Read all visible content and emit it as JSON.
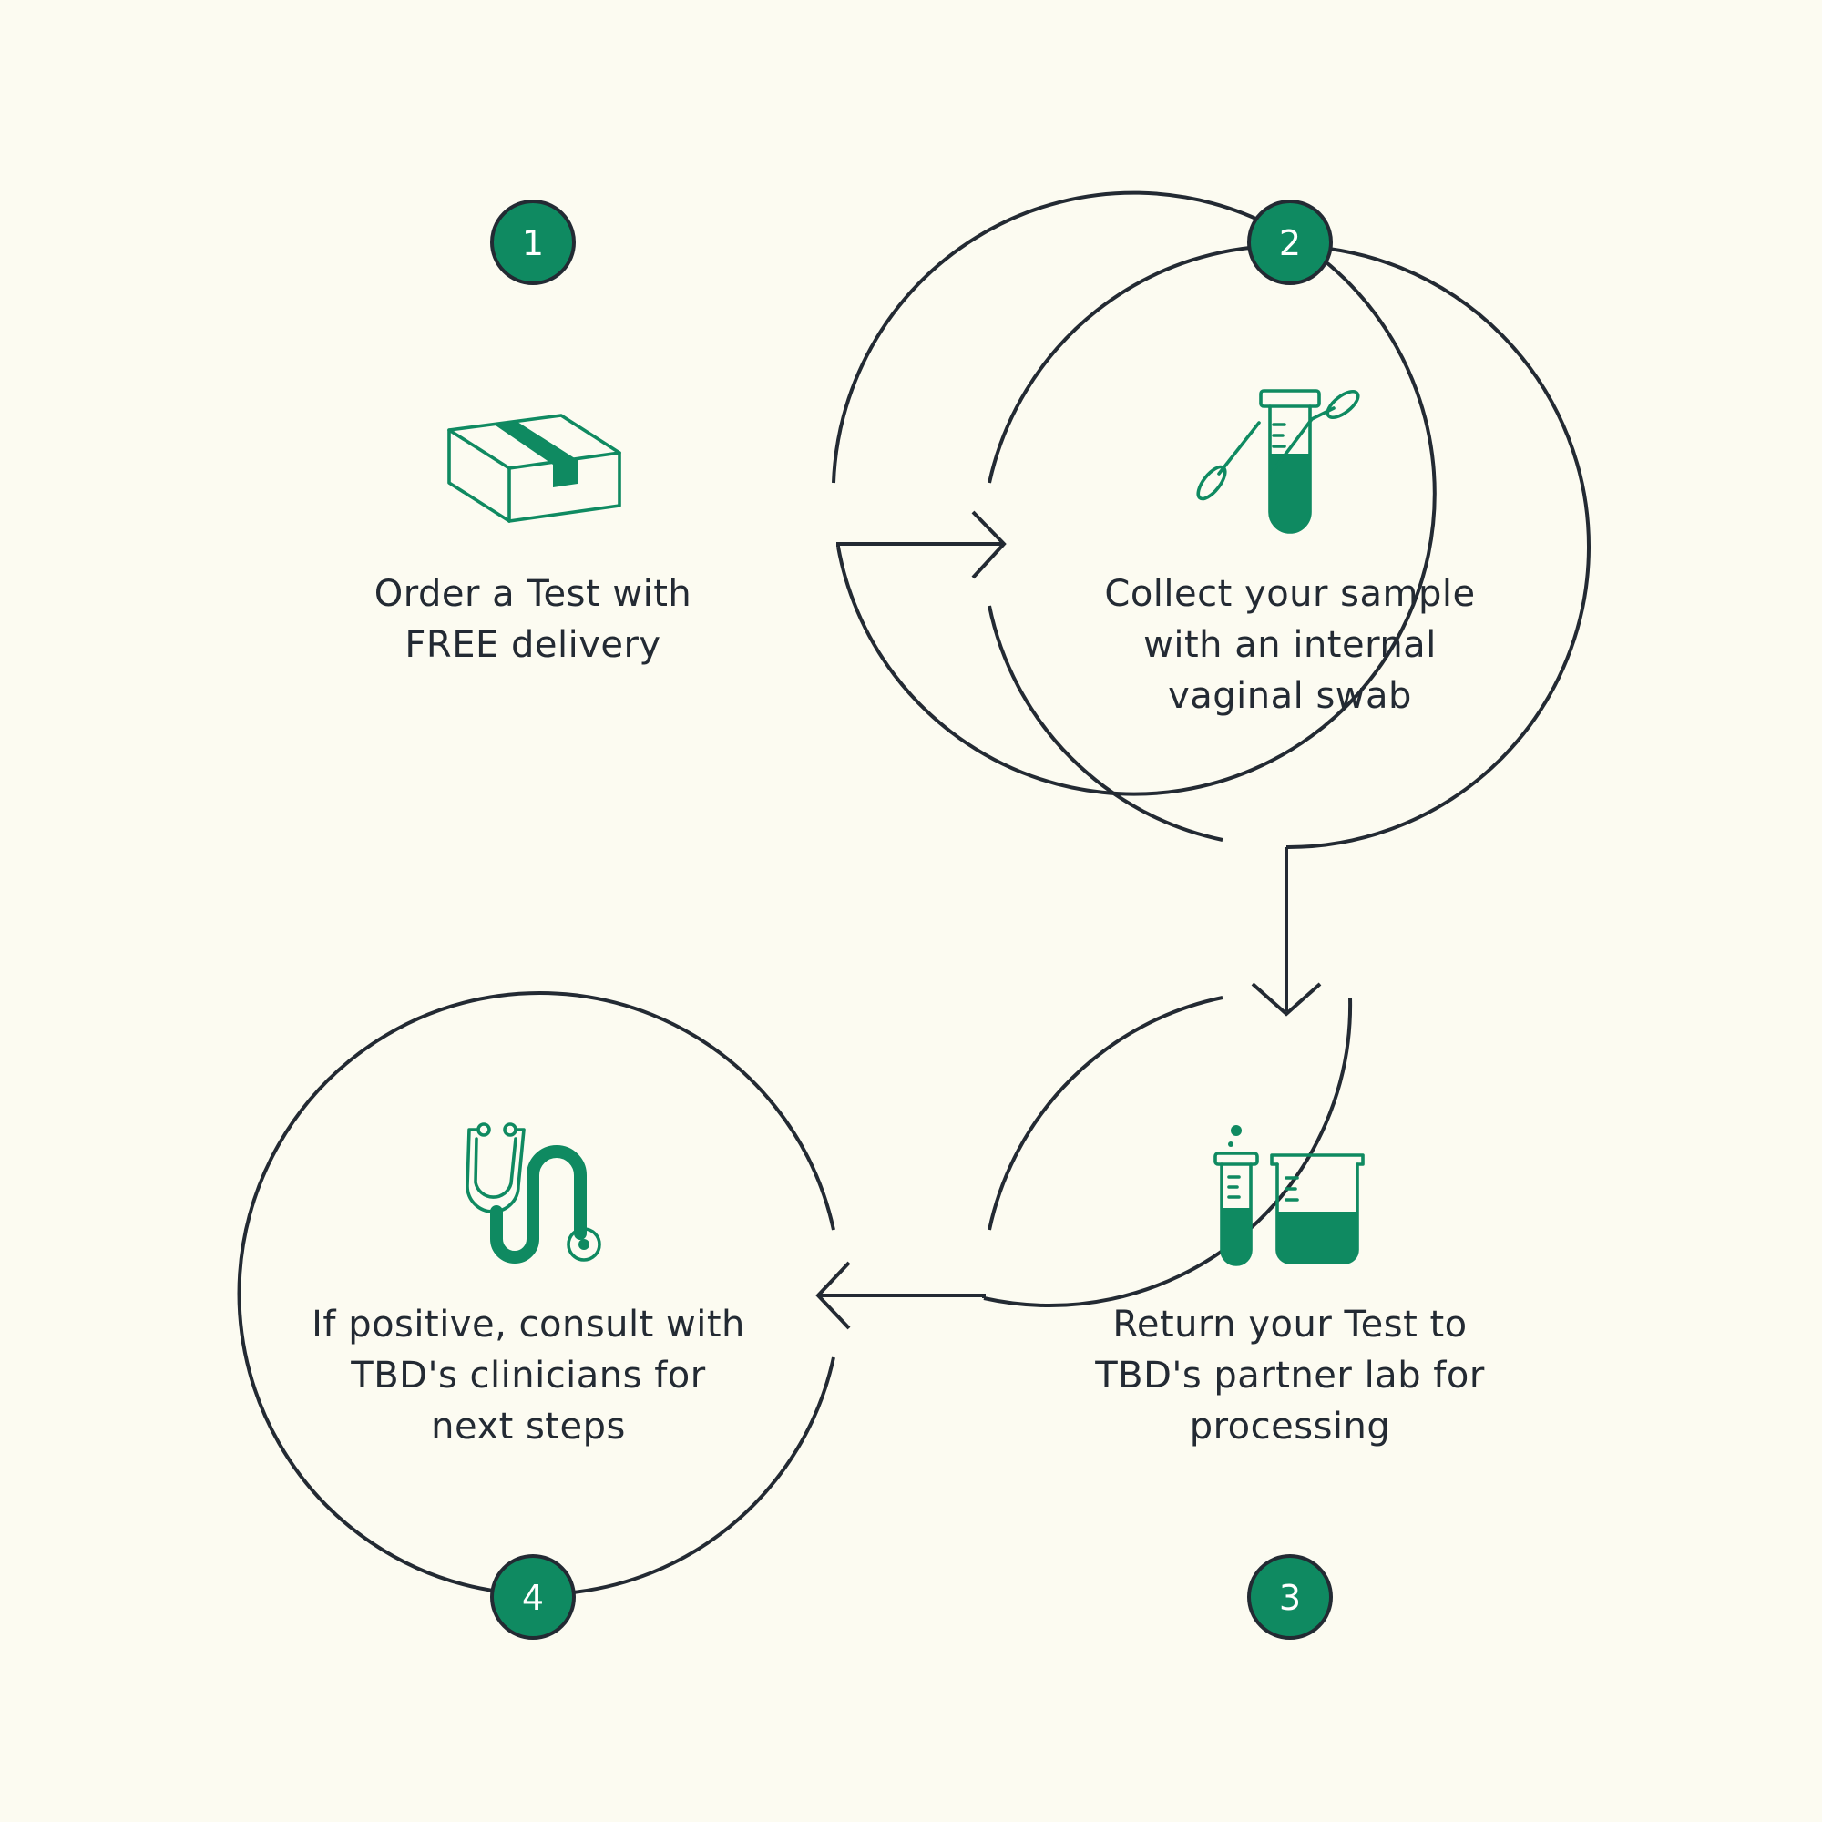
{
  "colors": {
    "background": "#fcfbf1",
    "accent": "#0f8a61",
    "ink": "#232a33"
  },
  "steps": [
    {
      "number": "1",
      "icon": "package-box-icon",
      "lines": [
        "Order a Test with",
        "FREE delivery"
      ]
    },
    {
      "number": "2",
      "icon": "test-tube-swab-icon",
      "lines": [
        "Collect your sample",
        "with an internal",
        "vaginal swab"
      ]
    },
    {
      "number": "3",
      "icon": "lab-beaker-icon",
      "lines": [
        "Return your Test to",
        "TBD's partner lab for",
        "processing"
      ]
    },
    {
      "number": "4",
      "icon": "stethoscope-icon",
      "lines": [
        "If positive, consult with",
        "TBD's clinicians for",
        "next steps"
      ]
    }
  ]
}
